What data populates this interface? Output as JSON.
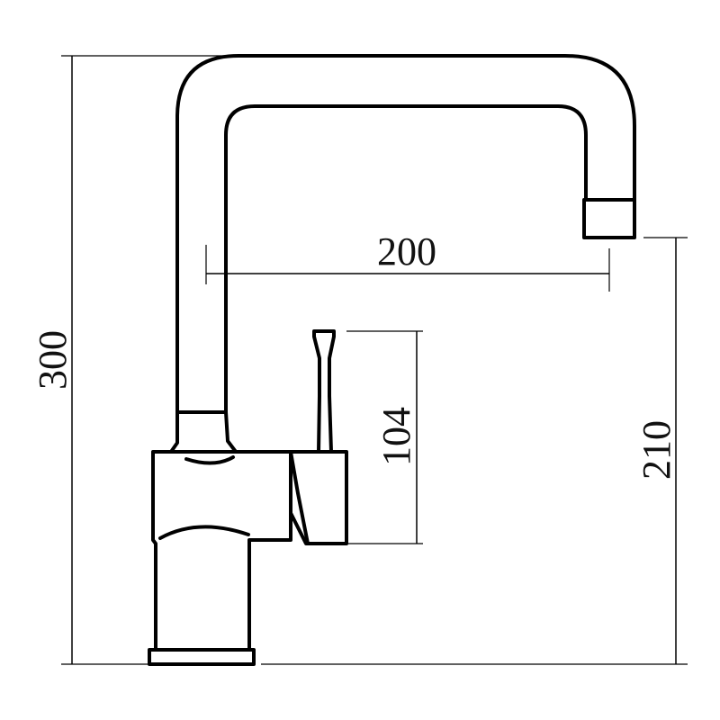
{
  "drawing": {
    "subject": "faucet-side-elevation",
    "line_color": "#000000",
    "background_color": "#ffffff"
  },
  "dimensions": {
    "total_height": "300",
    "spout_reach": "200",
    "spout_outlet_height": "210",
    "handle_height": "104"
  }
}
